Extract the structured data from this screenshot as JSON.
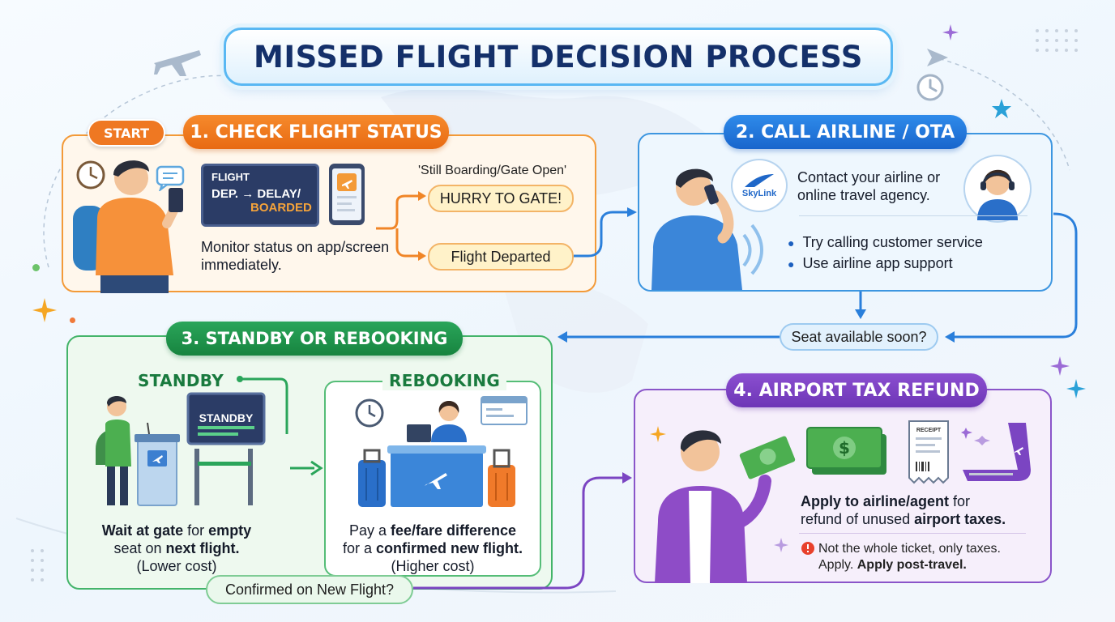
{
  "title": "MISSED FLIGHT DECISION PROCESS",
  "start_label": "START",
  "step1": {
    "heading": "1. CHECK FLIGHT STATUS",
    "board": {
      "line1": "FLIGHT",
      "line2": "DEP. → DELAY/",
      "line3": "BOARDED"
    },
    "description": "Monitor status on app/screen immediately.",
    "branch_note": "'Still Boarding/Gate Open'",
    "option_a": "HURRY TO GATE!",
    "option_b": "Flight Departed"
  },
  "step2": {
    "heading": "2. CALL AIRLINE / OTA",
    "brand": "SkyLink",
    "description": "Contact your airline or online travel agency.",
    "bullets": [
      "Try calling customer service",
      "Use airline app support"
    ],
    "question": "Seat available soon?"
  },
  "step3": {
    "heading": "3. STANDBY OR REBOOKING",
    "standby": {
      "label": "STANDBY",
      "screen": "STANDBY",
      "line1_bold": "Wait at gate",
      "line1_rest": " for ",
      "line1_bold2": "empty",
      "line2_a": "seat on ",
      "line2_bold": "next flight.",
      "note": "(Lower cost)"
    },
    "rebooking": {
      "label": "REBOOKING",
      "line1_a": "Pay a ",
      "line1_bold": "fee/fare difference",
      "line2_a": "for a ",
      "line2_bold": "confirmed new flight.",
      "note": "(Higher cost)"
    },
    "question": "Confirmed on New Flight?"
  },
  "step4": {
    "heading": "4. AIRPORT TAX REFUND",
    "receipt": "RECEIPT",
    "line1_bold": "Apply to airline/agent",
    "line1_rest": " for",
    "line2_a": "refund of unused ",
    "line2_bold": "airport taxes.",
    "warn_line1": "Not the whole ticket, only taxes.",
    "warn_line2_a": "Apply. ",
    "warn_line2_bold": "Apply post-travel."
  },
  "colors": {
    "orange": "#f08527",
    "blue": "#2a7fdb",
    "green": "#2aa55a",
    "purple": "#7b45c2",
    "navy": "#14306a"
  },
  "icons": [
    "airplane-icon",
    "clock-icon",
    "chat-icon",
    "phone-icon",
    "headset-agent-icon",
    "cash-icon",
    "receipt-icon",
    "sparkle-icon",
    "warning-icon",
    "luggage-icon",
    "monitor-icon"
  ]
}
